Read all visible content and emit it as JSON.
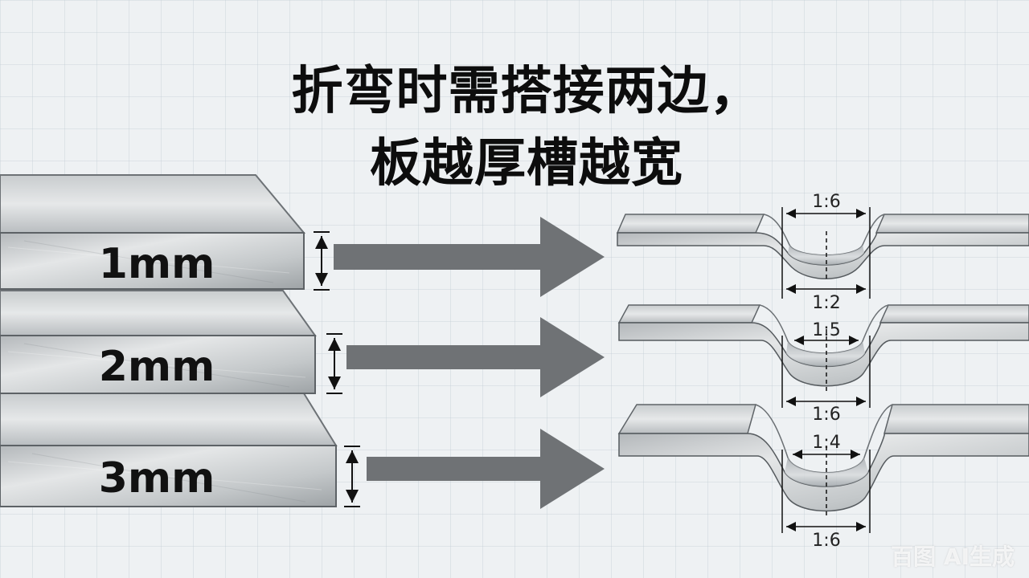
{
  "title": {
    "line1": "折弯时需搭接两边，",
    "line2": "板越厚槽越宽"
  },
  "plates": [
    {
      "label": "1mm"
    },
    {
      "label": "2mm"
    },
    {
      "label": "3mm"
    }
  ],
  "grooves": [
    {
      "top_ratio": "1:6",
      "bottom_ratio": "1:2"
    },
    {
      "top_ratio": "1:5",
      "bottom_ratio": "1:6"
    },
    {
      "top_ratio": "1:4",
      "bottom_ratio": "1:6"
    }
  ],
  "colors": {
    "background": "#eef1f3",
    "arrow": "#6f7275",
    "metal_light": "#d9dcde",
    "metal_dark": "#8f9498",
    "text": "#0d0d0d"
  },
  "watermark": "百图 AI生成"
}
